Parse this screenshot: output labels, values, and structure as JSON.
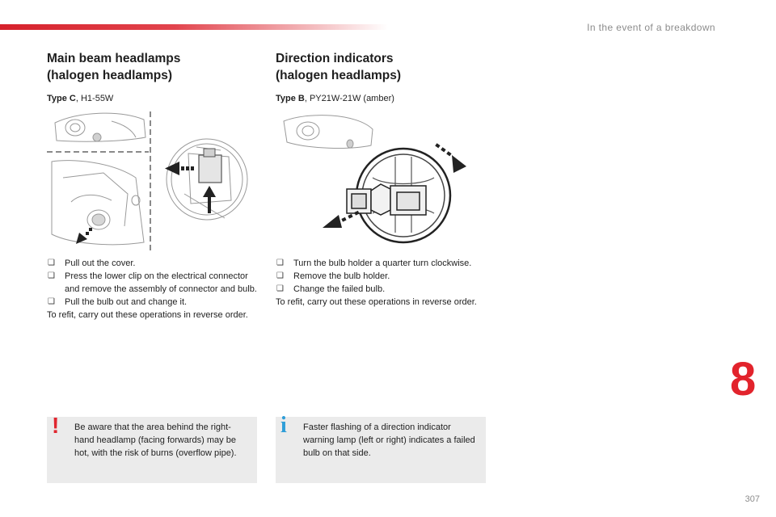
{
  "header": {
    "section_title": "In the event of a breakdown"
  },
  "left": {
    "title_line1": "Main beam headlamps",
    "title_line2": "(halogen headlamps)",
    "type_label": "Type C",
    "type_value": ", H1-55W",
    "steps": [
      "Pull out the cover.",
      "Press the lower clip on the electrical connector and remove the assembly of connector and bulb.",
      "Pull the bulb out and change it."
    ],
    "refit": "To refit, carry out these operations in reverse order.",
    "notice_icon": "warning-icon",
    "notice_icon_glyph": "!",
    "notice_text": "Be aware that the area behind the right-hand headlamp (facing forwards) may be hot, with the risk of burns (overflow pipe)."
  },
  "right": {
    "title_line1": "Direction indicators",
    "title_line2": "(halogen headlamps)",
    "type_label": "Type B",
    "type_value": ", PY21W-21W (amber)",
    "steps": [
      "Turn the bulb holder a quarter turn clockwise.",
      "Remove the bulb holder.",
      "Change the failed bulb."
    ],
    "refit": "To refit, carry out these operations in reverse order.",
    "notice_icon": "info-icon",
    "notice_icon_glyph": "i",
    "notice_text": "Faster flashing of a direction indicator warning lamp (left or right) indicates a failed bulb on that side."
  },
  "bullet_glyph": "❑",
  "chapter_number": "8",
  "page_number": "307",
  "colors": {
    "accent_red": "#e2232c",
    "info_blue": "#2f9ed8",
    "notice_bg": "#ebebeb"
  }
}
